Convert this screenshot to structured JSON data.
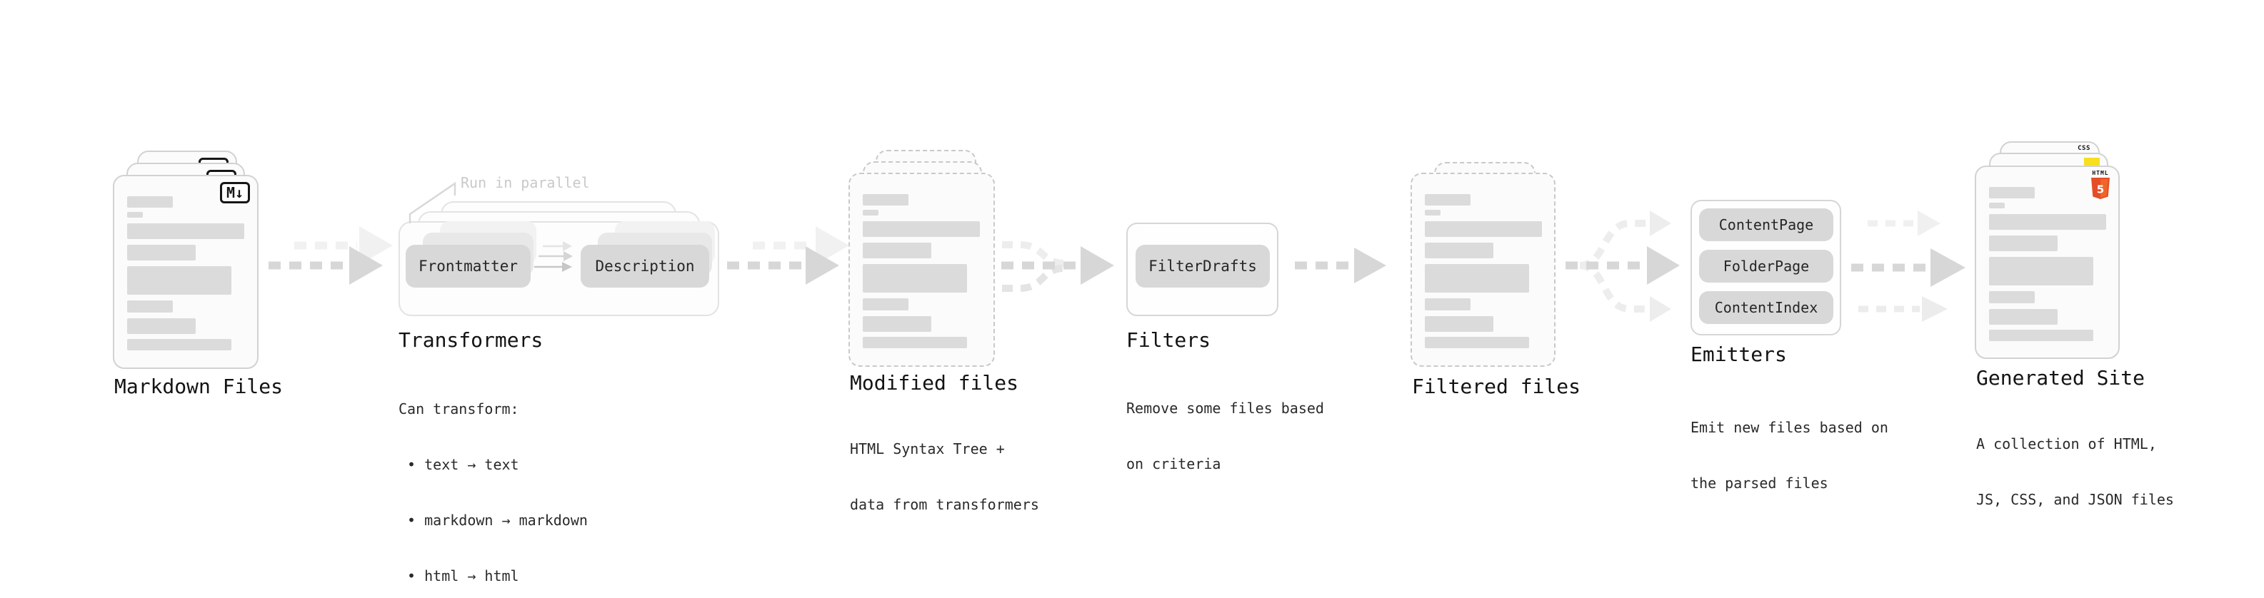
{
  "stages": {
    "markdown": {
      "label": "Markdown Files",
      "badge": "M↓"
    },
    "transformers": {
      "label": "Transformers",
      "annotation": "Run in parallel",
      "pills": [
        "Frontmatter",
        "Description"
      ],
      "desc": [
        "Can transform:",
        " • text → text",
        " • markdown → markdown",
        " • html → html"
      ]
    },
    "modified": {
      "label": "Modified files",
      "desc": [
        "HTML Syntax Tree +",
        "data from transformers"
      ]
    },
    "filters": {
      "label": "Filters",
      "pills": [
        "FilterDrafts"
      ],
      "desc": [
        "Remove some files based",
        "on criteria"
      ]
    },
    "filtered": {
      "label": "Filtered files"
    },
    "emitters": {
      "label": "Emitters",
      "pills": [
        "ContentPage",
        "FolderPage",
        "ContentIndex"
      ],
      "desc": [
        "Emit new files based on",
        "the parsed files"
      ]
    },
    "generated": {
      "label": "Generated Site",
      "desc": [
        "A collection of HTML,",
        "JS, CSS, and JSON files"
      ],
      "badges": {
        "css": "CSS",
        "html_label": "HTML",
        "html_number": "5"
      }
    }
  },
  "icons": {
    "markdown-icon": "M↓ boxed markdown mark",
    "html5-icon": "orange HTML5 shield",
    "js-icon": "yellow JS square",
    "css-icon": "CSS wordmark with blue underline"
  },
  "colors": {
    "arrow": "#d7d7d7",
    "arrow_light": "#ededed",
    "arrow_ghost": "#f1f1f1",
    "pill": "#d8d8d8",
    "js_yellow": "#f7df1e",
    "css_blue": "#2760e5",
    "html5_orange": "#e44d26",
    "html5_orange_light": "#f16529"
  }
}
